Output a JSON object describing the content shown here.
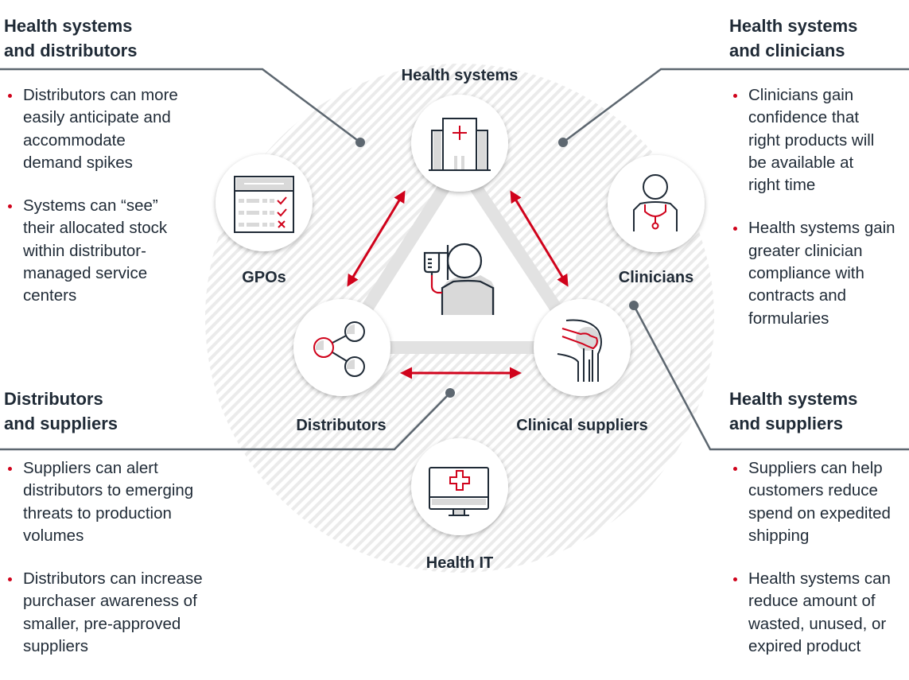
{
  "colors": {
    "text": "#1f2a36",
    "accent": "#d0021b",
    "leader_line": "#5d6770",
    "hatch": "#e6e6e6",
    "triangle": "#e2e2e2",
    "icon_fill": "#d9d9d9"
  },
  "panels": {
    "top_left": {
      "title_line1": "Health systems",
      "title_line2": "and distributors",
      "bullets": [
        "Distributors can more easily anticipate and accommodate demand spikes",
        "Systems can “see” their allocated stock within distributor-managed service centers"
      ]
    },
    "top_right": {
      "title_line1": "Health systems",
      "title_line2": "and clinicians",
      "bullets": [
        "Clinicians gain confidence that right products will be available at right time",
        "Health systems gain greater clinician compliance with contracts and formularies"
      ]
    },
    "bottom_left": {
      "title_line1": "Distributors",
      "title_line2": "and suppliers",
      "bullets": [
        "Suppliers can alert distributors to emerging threats to production volumes",
        "Distributors can increase purchaser awareness of smaller, pre-approved suppliers"
      ]
    },
    "bottom_right": {
      "title_line1": "Health systems",
      "title_line2": "and suppliers",
      "bullets": [
        "Suppliers can help customers reduce spend on expedited  shipping",
        "Health systems can reduce amount of wasted, unused, or expired product"
      ]
    }
  },
  "nodes": {
    "health_systems": {
      "label": "Health systems",
      "icon": "hospital-icon"
    },
    "gpos": {
      "label": "GPOs",
      "icon": "checklist-icon"
    },
    "clinicians": {
      "label": "Clinicians",
      "icon": "clinician-stethoscope-icon"
    },
    "distributors": {
      "label": "Distributors",
      "icon": "share-network-icon"
    },
    "clinical_suppliers": {
      "label": "Clinical suppliers",
      "icon": "knee-joint-icon"
    },
    "health_it": {
      "label": "Health IT",
      "icon": "monitor-medical-cross-icon"
    },
    "patient": {
      "icon": "patient-iv-icon"
    }
  }
}
